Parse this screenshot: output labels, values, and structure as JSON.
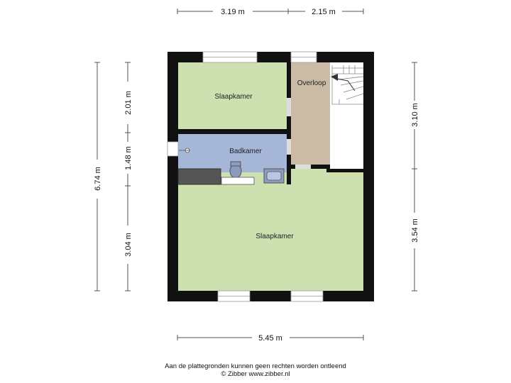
{
  "rooms": {
    "slaapkamer_top": "Slaapkamer",
    "badkamer": "Badkamer",
    "overloop": "Overloop",
    "slaapkamer_bottom": "Slaapkamer"
  },
  "dimensions": {
    "top_left": "3.19 m",
    "top_right": "2.15 m",
    "left_total": "6.74 m",
    "left_seg1": "2.01 m",
    "left_seg2": "1.48 m",
    "left_seg3": "3.04 m",
    "right_seg1": "3.10 m",
    "right_seg2": "3.54 m",
    "bottom_total": "5.45 m"
  },
  "footer": {
    "line1": "Aan de plattegronden kunnen geen rechten worden ontleend",
    "line2": "© Zibber www.zibber.nl"
  },
  "colors": {
    "wall": "#111111",
    "bedroom": "#cce0b0",
    "bathroom": "#a6b6d8",
    "landing": "#cbbba6",
    "stairs": "#ffffff",
    "dim_line": "#555555"
  }
}
